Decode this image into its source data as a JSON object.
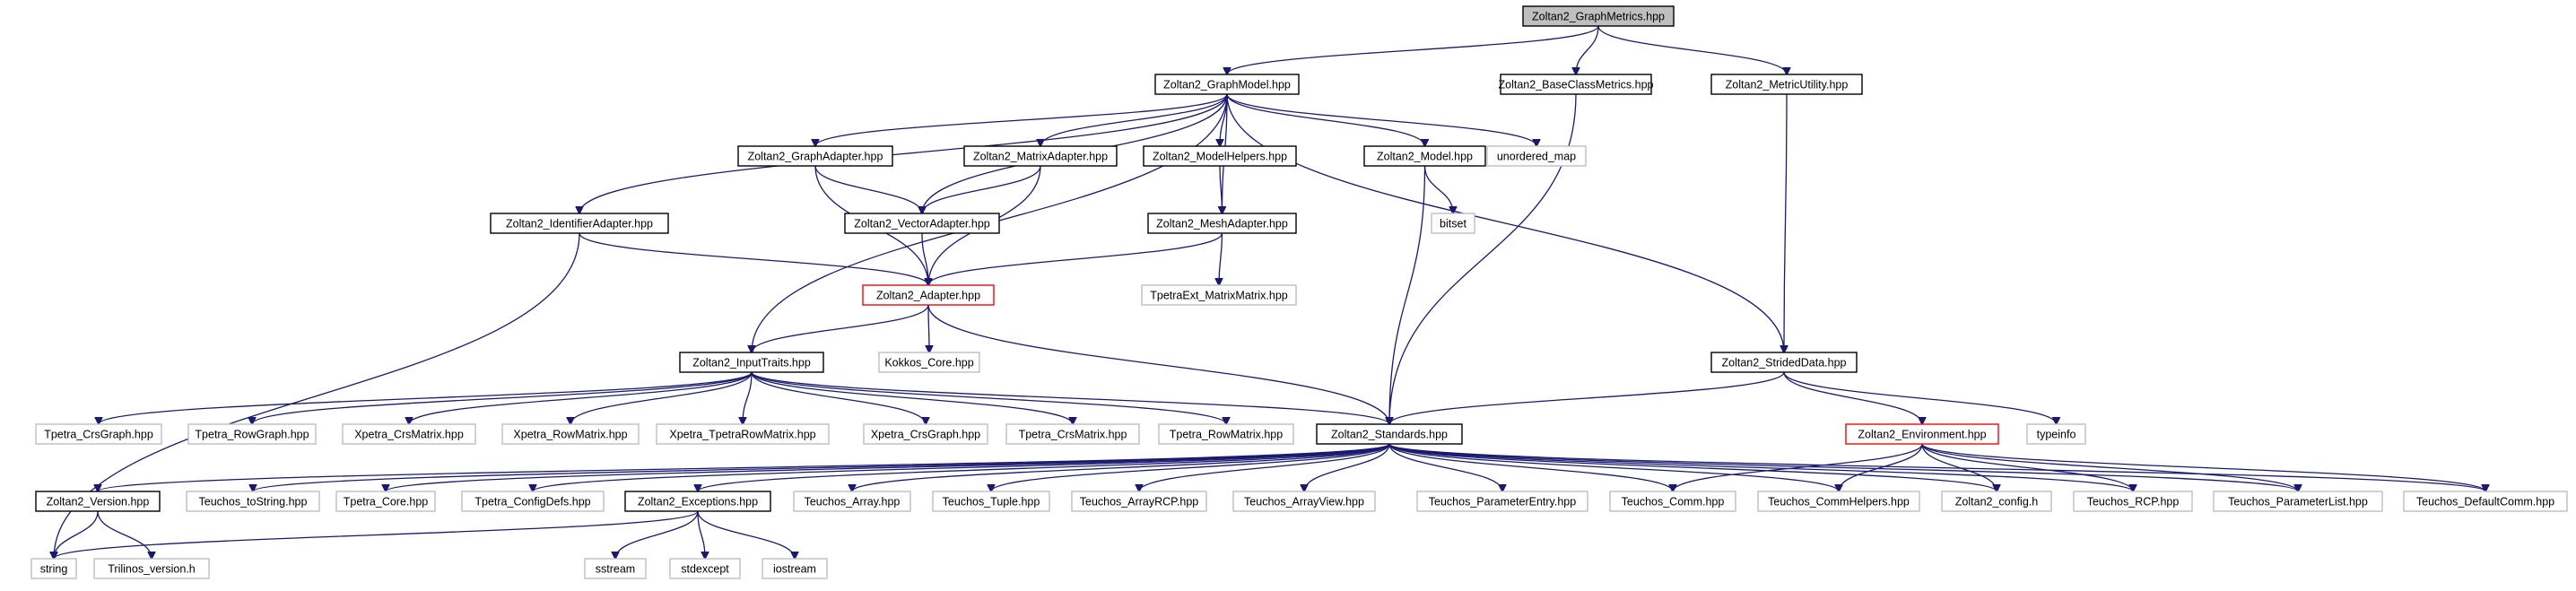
{
  "nodes": {
    "root": "Zoltan2_GraphMetrics.hpp",
    "graph_model": "Zoltan2_GraphModel.hpp",
    "base_class_metrics": "Zoltan2_BaseClassMetrics.hpp",
    "metric_utility": "Zoltan2_MetricUtility.hpp",
    "graph_adapter": "Zoltan2_GraphAdapter.hpp",
    "matrix_adapter": "Zoltan2_MatrixAdapter.hpp",
    "model_helpers": "Zoltan2_ModelHelpers.hpp",
    "model": "Zoltan2_Model.hpp",
    "unordered_map": "unordered_map",
    "identifier_adapter": "Zoltan2_IdentifierAdapter.hpp",
    "vector_adapter": "Zoltan2_VectorAdapter.hpp",
    "mesh_adapter": "Zoltan2_MeshAdapter.hpp",
    "bitset": "bitset",
    "adapter": "Zoltan2_Adapter.hpp",
    "tpetraext_matrixmatrix": "TpetraExt_MatrixMatrix.hpp",
    "kokkos_core": "Kokkos_Core.hpp",
    "input_traits": "Zoltan2_InputTraits.hpp",
    "strided_data": "Zoltan2_StridedData.hpp",
    "tpetra_crsgraph": "Tpetra_CrsGraph.hpp",
    "tpetra_rowgraph": "Tpetra_RowGraph.hpp",
    "xpetra_crsmatrix": "Xpetra_CrsMatrix.hpp",
    "xpetra_rowmatrix": "Xpetra_RowMatrix.hpp",
    "xpetra_tpetrarowmatrix": "Xpetra_TpetraRowMatrix.hpp",
    "xpetra_crsgraph": "Xpetra_CrsGraph.hpp",
    "tpetra_crsmatrix": "Tpetra_CrsMatrix.hpp",
    "tpetra_rowmatrix": "Tpetra_RowMatrix.hpp",
    "standards": "Zoltan2_Standards.hpp",
    "environment": "Zoltan2_Environment.hpp",
    "typeinfo": "typeinfo",
    "version": "Zoltan2_Version.hpp",
    "teuchos_tostring": "Teuchos_toString.hpp",
    "tpetra_core": "Tpetra_Core.hpp",
    "tpetra_configdefs": "Tpetra_ConfigDefs.hpp",
    "exceptions": "Zoltan2_Exceptions.hpp",
    "teuchos_array": "Teuchos_Array.hpp",
    "teuchos_tuple": "Teuchos_Tuple.hpp",
    "teuchos_arrayrcp": "Teuchos_ArrayRCP.hpp",
    "teuchos_arrayview": "Teuchos_ArrayView.hpp",
    "teuchos_parameterentry": "Teuchos_ParameterEntry.hpp",
    "teuchos_comm": "Teuchos_Comm.hpp",
    "teuchos_commhelpers": "Teuchos_CommHelpers.hpp",
    "zoltan2_config": "Zoltan2_config.h",
    "teuchos_rcp": "Teuchos_RCP.hpp",
    "teuchos_parameterlist": "Teuchos_ParameterList.hpp",
    "teuchos_defaultcomm": "Teuchos_DefaultComm.hpp",
    "string": "string",
    "trilinos_version": "Trilinos_version.h",
    "sstream": "sstream",
    "stdexcept": "stdexcept",
    "iostream": "iostream"
  },
  "colors": {
    "edge": "#191970",
    "root_fill": "#bfbfbf",
    "documented_border": "#000000",
    "truncated_border": "#ff0000",
    "external_border": "#bfbfbf"
  }
}
